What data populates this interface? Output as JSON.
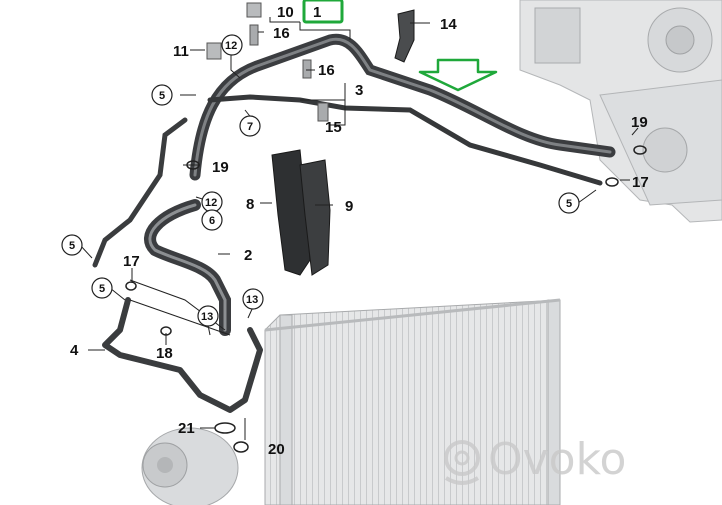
{
  "diagram": {
    "title_part_number": "1",
    "part_labels": {
      "p1": "1",
      "p2": "2",
      "p3": "3",
      "p4": "4",
      "p8": "8",
      "p9": "9",
      "p10": "10",
      "p11": "11",
      "p14": "14",
      "p15": "15",
      "p16a": "16",
      "p16b": "16",
      "p17a": "17",
      "p17b": "17",
      "p18": "18",
      "p19a": "19",
      "p19b": "19",
      "p20": "20",
      "p21": "21"
    },
    "circled_labels": {
      "c12a": "12",
      "c12b": "12",
      "c13a": "13",
      "c13b": "13",
      "c5a": "5",
      "c5b": "5",
      "c5c": "5",
      "c5d": "5",
      "c6": "6",
      "c7": "7"
    },
    "watermark": "Ovoko",
    "highlight_color": "#1fa83a",
    "line_color": "#222222",
    "hose_color": "#5d6063",
    "component_color": "#d8dadc"
  }
}
